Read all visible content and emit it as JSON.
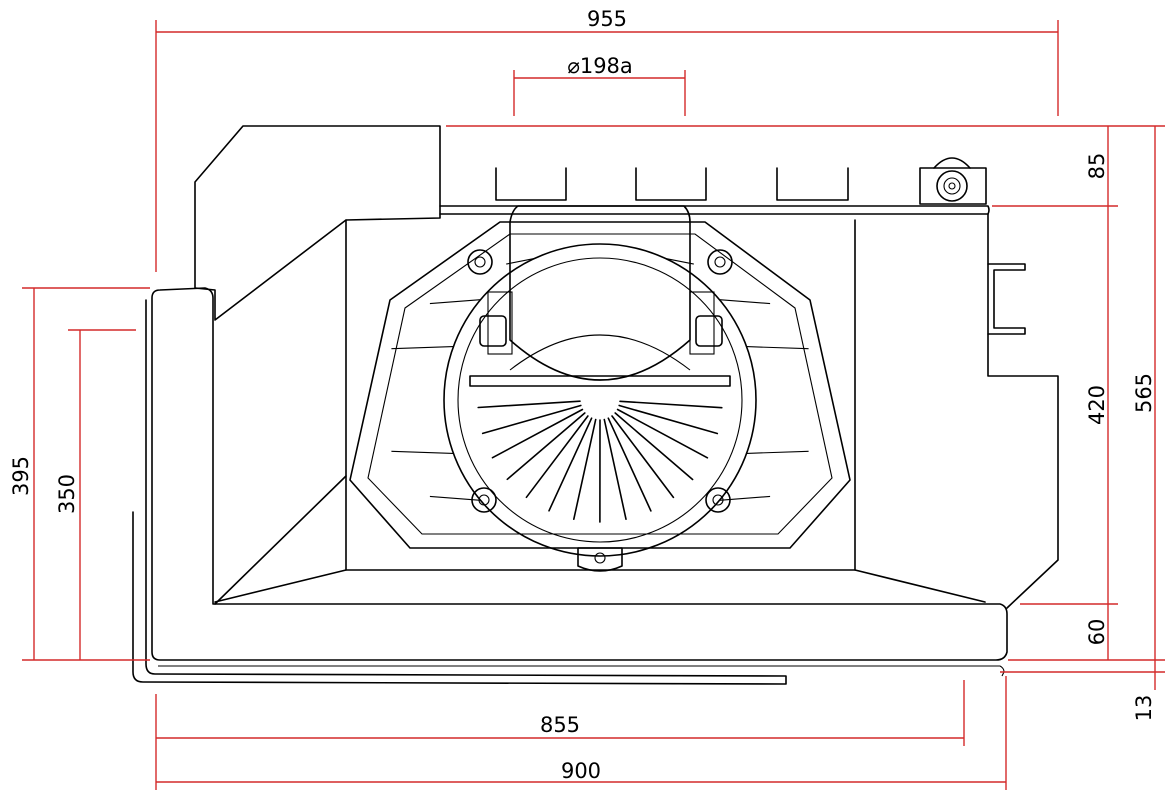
{
  "drawing": {
    "dimensions": {
      "overall_width": "955",
      "flue_diameter": "⌀198a",
      "top_offset": "85",
      "firebox_height": "420",
      "overall_height": "565",
      "base_height": "60",
      "foot_height": "13",
      "left_height_outer": "395",
      "left_height_inner": "350",
      "base_width_inner": "855",
      "base_width_outer": "900"
    },
    "colors": {
      "dimension_line": "#d42a2a",
      "outline": "#000000"
    }
  }
}
